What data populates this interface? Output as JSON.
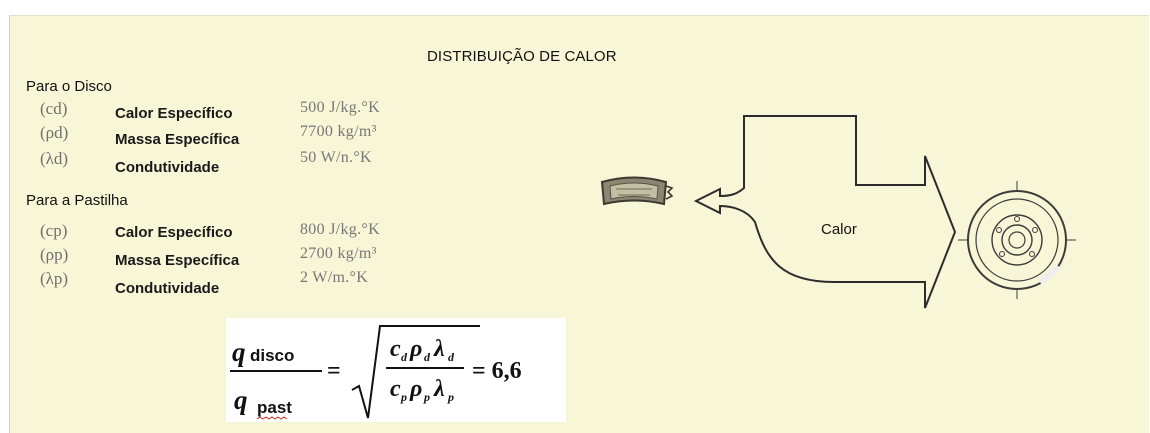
{
  "title": "DISTRIBUIÇÃO DE CALOR",
  "disco": {
    "heading": "Para o Disco",
    "rows": [
      {
        "symbol": "(cd)",
        "property": "Calor Específico",
        "value": "500 J/kg.°K"
      },
      {
        "symbol": "(ρd)",
        "property": "Massa Específica",
        "value": "7700 kg/m³"
      },
      {
        "symbol": "(λd)",
        "property": "Condutividade",
        "value": "50 W/n.°K"
      }
    ]
  },
  "pastilha": {
    "heading": "Para a Pastilha",
    "rows": [
      {
        "symbol": "(cp)",
        "property": "Calor Específico",
        "value": "800 J/kg.°K"
      },
      {
        "symbol": "(ρp)",
        "property": "Massa Específica",
        "value": "2700 kg/m³"
      },
      {
        "symbol": "(λp)",
        "property": "Condutividade",
        "value": "2 W/m.°K"
      }
    ]
  },
  "diagram": {
    "arrow_label": "Calor",
    "icons": [
      "brake-pad-icon",
      "brake-disc-icon"
    ]
  },
  "formula": {
    "numerator": "q",
    "numerator_sub": "disco",
    "denominator": "q",
    "denominator_sub": "past",
    "result": "= 6,6"
  }
}
